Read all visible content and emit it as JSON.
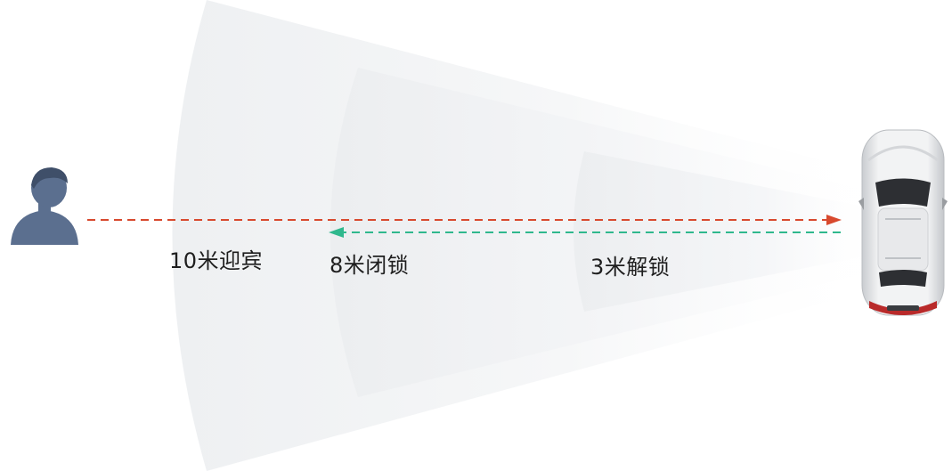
{
  "zones": [
    {
      "label": "10米迎宾"
    },
    {
      "label": "8米闭锁"
    },
    {
      "label": "3米解锁"
    }
  ],
  "colors": {
    "welcome_arrow": "#d8492e",
    "lock_arrow": "#2fb88d",
    "person": "#5b6f8f",
    "wave": "#eef0f2"
  },
  "icons": {
    "person": "person-icon",
    "car": "car-icon"
  }
}
